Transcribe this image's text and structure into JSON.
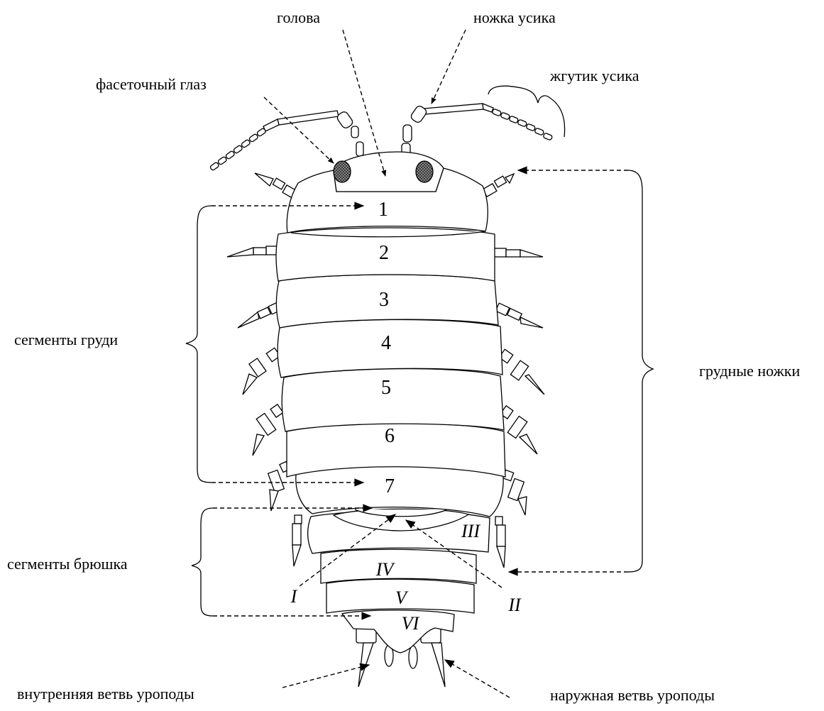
{
  "labels": {
    "head": "голова",
    "antenna_peduncle": "ножка усика",
    "compound_eye": "фасеточный глаз",
    "antenna_flagellum": "жгутик усика",
    "thorax_segments": "сегменты груди",
    "thoracic_legs": "грудные ножки",
    "abdomen_segments": "сегменты брюшка",
    "inner_uropod": "внутренняя ветвь уроподы",
    "outer_uropod": "наружная ветвь уроподы"
  },
  "thorax_numbers": [
    "1",
    "2",
    "3",
    "4",
    "5",
    "6",
    "7"
  ],
  "abdomen_numerals": [
    "I",
    "II",
    "III",
    "IV",
    "V",
    "VI"
  ],
  "colors": {
    "line": "#000000",
    "background": "#ffffff",
    "eye_fill": "#333333"
  },
  "icons": {
    "eye": "hatched-oval",
    "arrow": "filled-arrowhead"
  }
}
